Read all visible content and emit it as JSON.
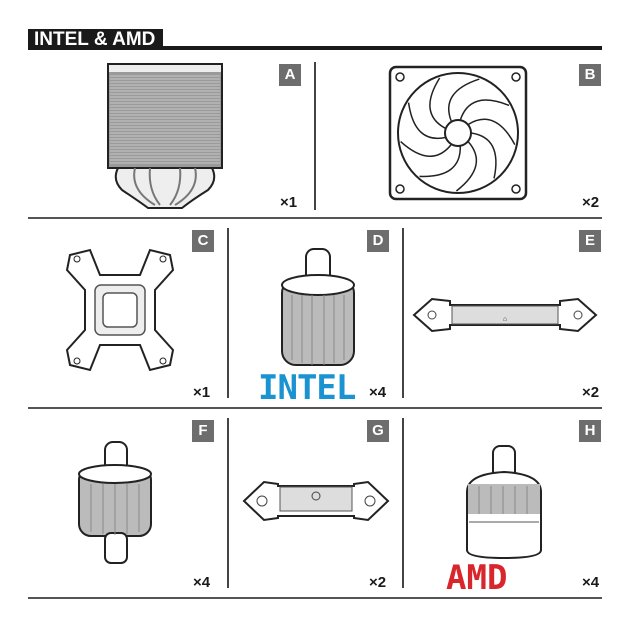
{
  "heading": "INTEL & AMD",
  "parts": [
    {
      "label": "A",
      "quantity": "×1",
      "icon": "cpu-cooler-heatsink"
    },
    {
      "label": "B",
      "quantity": "×2",
      "icon": "fan"
    },
    {
      "label": "C",
      "quantity": "×1",
      "icon": "backplate"
    },
    {
      "label": "D",
      "quantity": "×4",
      "icon": "standoff-intel",
      "brand": "INTEL"
    },
    {
      "label": "E",
      "quantity": "×2",
      "icon": "mounting-bar"
    },
    {
      "label": "F",
      "quantity": "×4",
      "icon": "standoff"
    },
    {
      "label": "G",
      "quantity": "×2",
      "icon": "mounting-bar"
    },
    {
      "label": "H",
      "quantity": "×4",
      "icon": "standoff-amd",
      "brand": "AMD"
    }
  ],
  "colors": {
    "intel": "#1a93d0",
    "amd": "#d9262c",
    "badge": "#6d6d6d"
  }
}
